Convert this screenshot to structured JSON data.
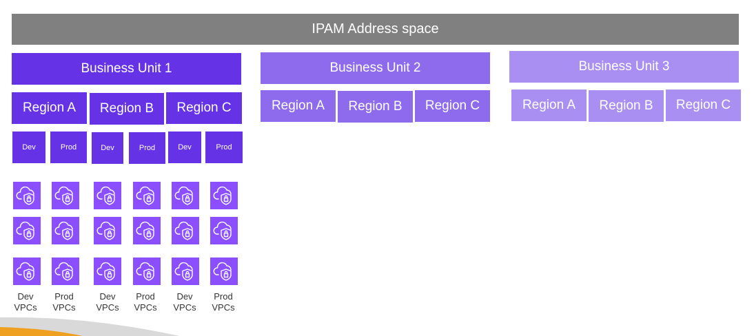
{
  "title": "IPAM Address space",
  "colors": {
    "title_bar": "#808080",
    "unit1": "#6632e6",
    "unit2": "#8e6bec",
    "unit3": "#a98ff1",
    "vpc_tile": "#8c4fff"
  },
  "units": [
    {
      "label": "Business Unit 1",
      "regions": [
        "Region A",
        "Region B",
        "Region C"
      ]
    },
    {
      "label": "Business Unit 2",
      "regions": [
        "Region A",
        "Region B",
        "Region C"
      ]
    },
    {
      "label": "Business Unit 3",
      "regions": [
        "Region A",
        "Region B",
        "Region C"
      ]
    }
  ],
  "environments": [
    "Dev",
    "Prod",
    "Dev",
    "Prod",
    "Dev",
    "Prod"
  ],
  "vpc_icon": "vpc-cloud-shield-icon",
  "vpc_captions": [
    {
      "line1": "Dev",
      "line2": "VPCs"
    },
    {
      "line1": "Prod",
      "line2": "VPCs"
    },
    {
      "line1": "Dev",
      "line2": "VPCs"
    },
    {
      "line1": "Prod",
      "line2": "VPCs"
    },
    {
      "line1": "Dev",
      "line2": "VPCs"
    },
    {
      "line1": "Prod",
      "line2": "VPCs"
    }
  ]
}
